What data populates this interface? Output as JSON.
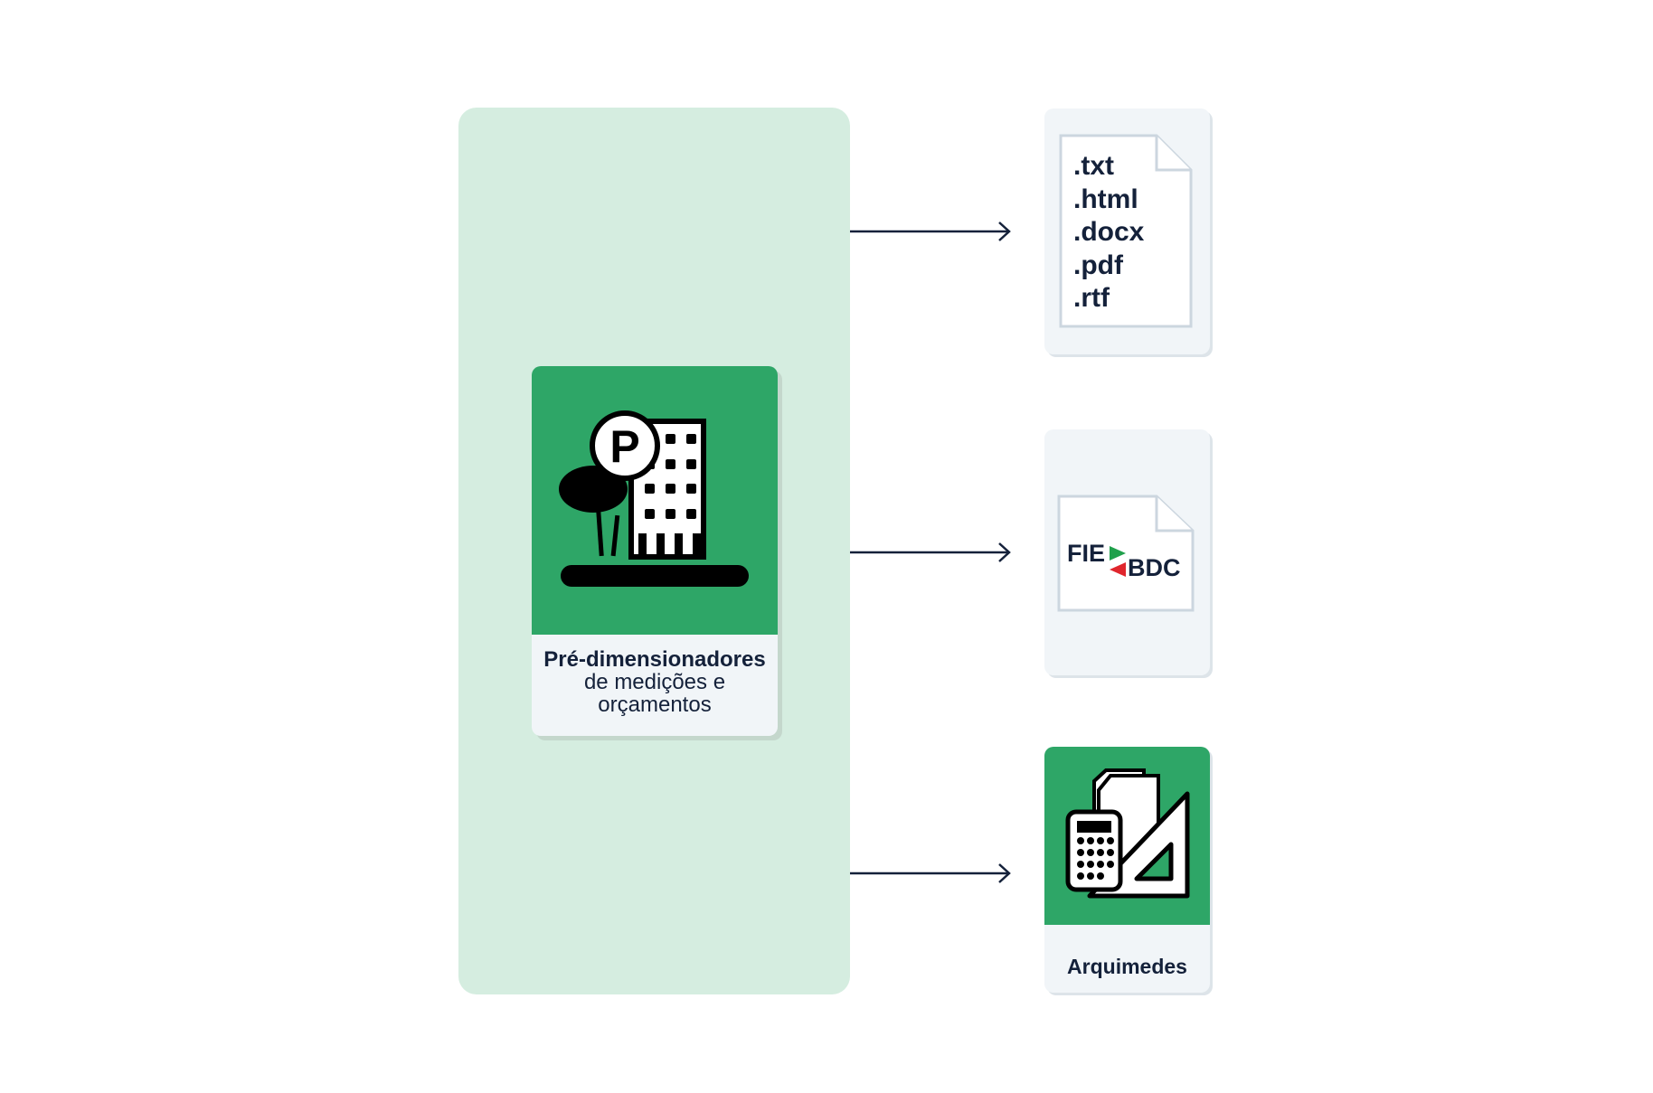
{
  "main_card": {
    "title": "Pré-dimensionadores",
    "subtitle_line1": "de medições e",
    "subtitle_line2": "orçamentos",
    "icon_letter": "P"
  },
  "formats": [
    ".txt",
    ".html",
    ".docx",
    ".pdf",
    ".rtf"
  ],
  "fiebdc": {
    "left": "FIE",
    "right": "BDC"
  },
  "arquimedes": {
    "label": "Arquimedes"
  },
  "colors": {
    "panel": "#d5ede0",
    "brand_green": "#2ea667",
    "card_bg": "#f1f5f8",
    "text_dark": "#14213a",
    "fie_green": "#20a04c",
    "fie_red": "#e0262d"
  }
}
